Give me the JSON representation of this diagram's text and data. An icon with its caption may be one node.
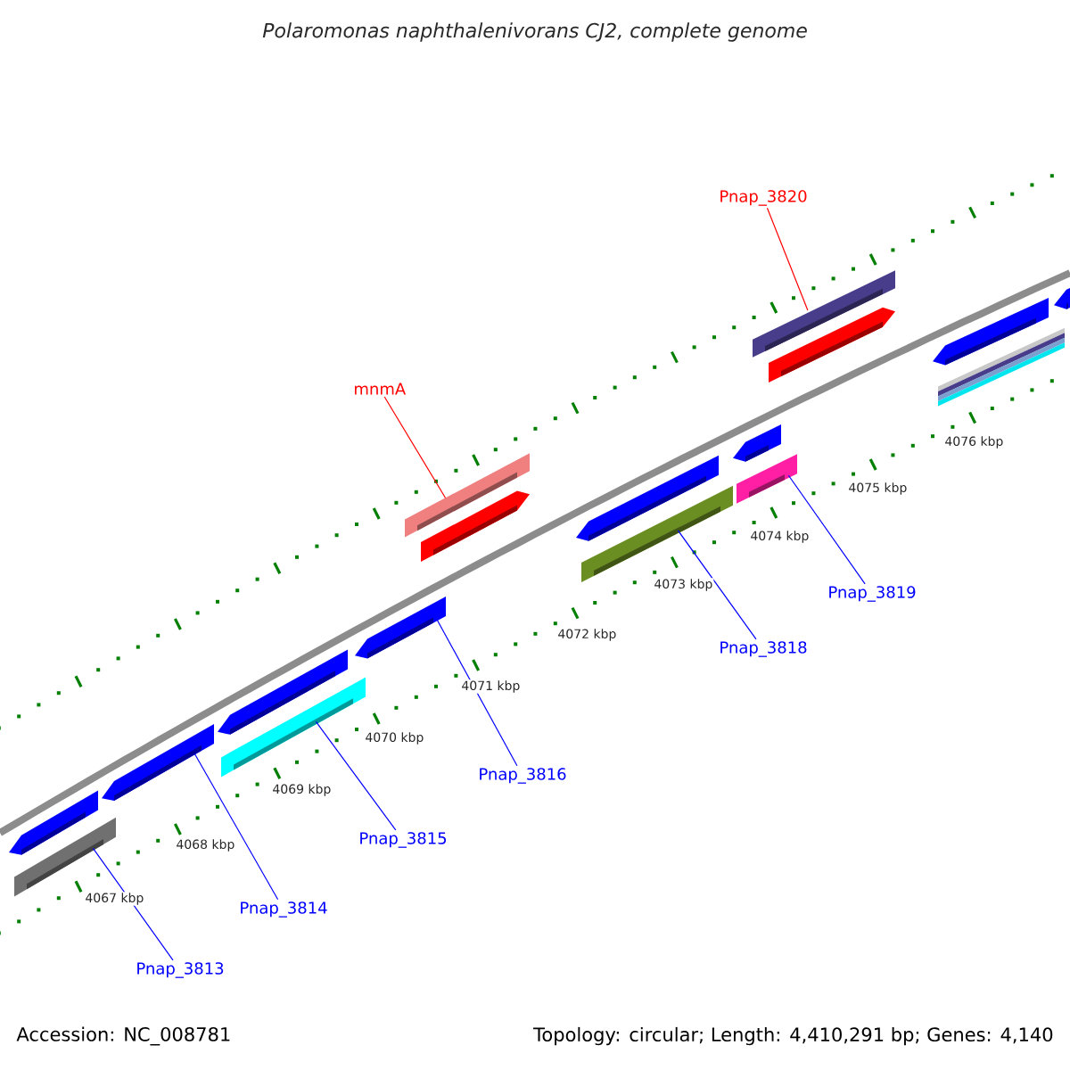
{
  "diagram": {
    "title": "Polaromonas naphthalenivorans CJ2, complete genome",
    "nodes": [
      {
        "text": [
          "mnmA"
        ]
      },
      {
        "text": [
          "Pnap_3820"
        ]
      },
      {
        "text": [
          "Pnap_3819"
        ]
      },
      {
        "text": [
          "Pnap_3818"
        ]
      },
      {
        "text": [
          "Pnap_3816"
        ]
      },
      {
        "text": [
          "Pnap_3815"
        ]
      },
      {
        "text": [
          "Pnap_3814"
        ]
      },
      {
        "text": [
          "Pnap_3813"
        ]
      },
      {
        "text": [],
        "shape": "arrow"
      },
      {
        "text": [],
        "shape": "bar"
      },
      {
        "text": [],
        "shape": "arrow"
      },
      {
        "text": [],
        "shape": "arrow"
      },
      {
        "text": [],
        "shape": "bar"
      },
      {
        "text": [],
        "shape": "arrow"
      },
      {
        "text": [],
        "shape": "bar"
      },
      {
        "text": [],
        "shape": "arrow"
      },
      {
        "text": [],
        "shape": "arrow"
      },
      {
        "text": [],
        "shape": "bar"
      },
      {
        "text": [],
        "shape": "arrow"
      },
      {
        "text": [],
        "shape": "bar"
      },
      {
        "text": [],
        "shape": "bar"
      },
      {
        "text": [],
        "shape": "arrow"
      },
      {
        "text": [],
        "shape": "arrow"
      },
      {
        "text": [],
        "shape": "bar"
      },
      {
        "text": [],
        "shape": "arrow"
      }
    ],
    "edges": [
      {
        "from": 0,
        "to": 14,
        "arrow": "none",
        "color": "#ff0000"
      },
      {
        "from": 1,
        "to": 20,
        "arrow": "none",
        "color": "#ff0000"
      },
      {
        "from": 2,
        "to": 19,
        "arrow": "none"
      },
      {
        "from": 3,
        "to": 17,
        "arrow": "none"
      },
      {
        "from": 4,
        "to": 13,
        "arrow": "none"
      },
      {
        "from": 5,
        "to": 12,
        "arrow": "none"
      },
      {
        "from": 6,
        "to": 10,
        "arrow": "none"
      },
      {
        "from": 7,
        "to": 9,
        "arrow": "none"
      }
    ],
    "labels": [
      "4067 kbp",
      "4068 kbp",
      "4069 kbp",
      "4070 kbp",
      "4071 kbp",
      "4072 kbp",
      "4073 kbp",
      "4074 kbp",
      "4075 kbp",
      "4076 kbp",
      "Accession: NC_008781",
      "Topology: circular; Length: 4,410,291 bp; Genes: 4,140"
    ]
  }
}
